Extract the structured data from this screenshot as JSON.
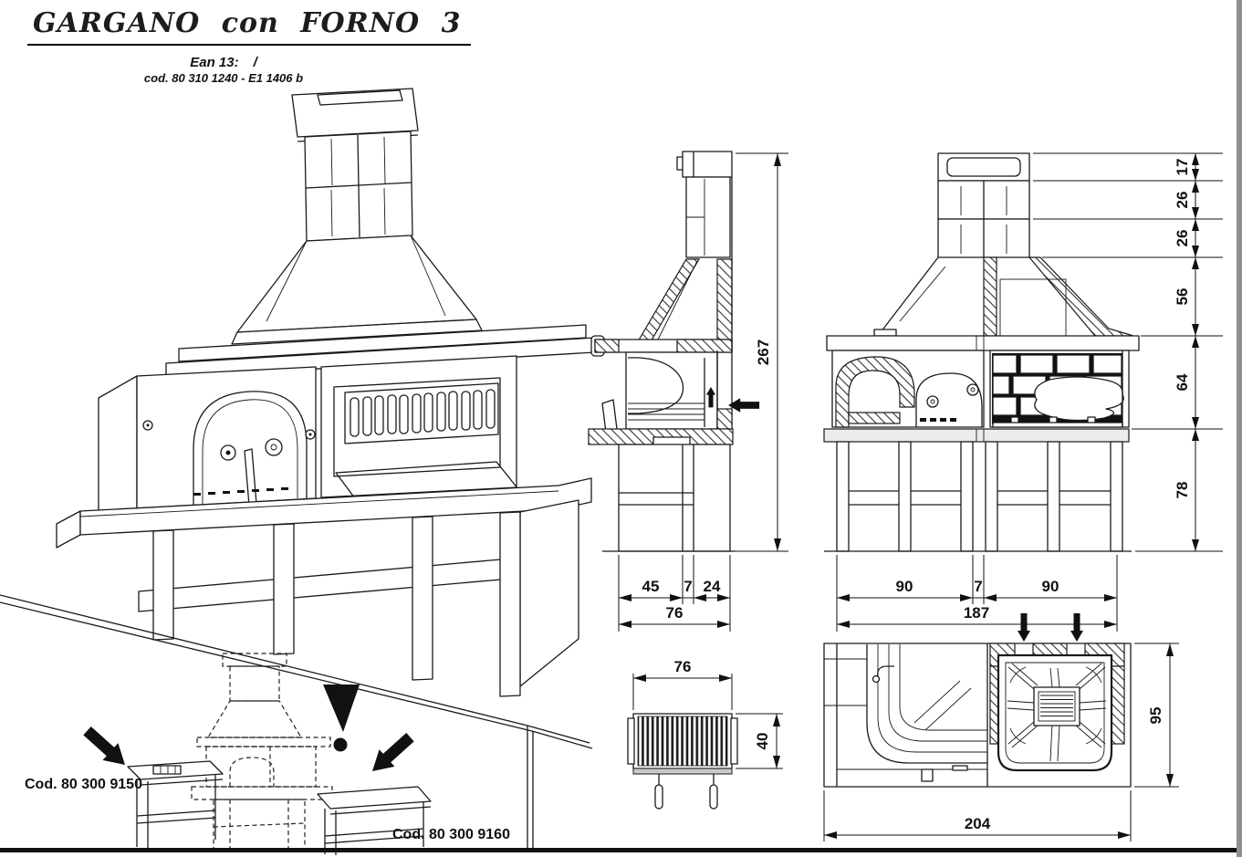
{
  "header": {
    "title": "GARGANO con FORNO 3",
    "ean_label": "Ean 13:",
    "ean_value": "/",
    "code_line": "cod. 80 310 1240 - E1 1406 b"
  },
  "dims": {
    "side": {
      "total_height": "267",
      "front": "45",
      "gap": "7",
      "back": "24",
      "total_depth": "76"
    },
    "front": {
      "cap": "17",
      "flue_upper": "26",
      "flue_lower": "26",
      "hood": "56",
      "firebox": "64",
      "base": "78",
      "left_module": "90",
      "center_gap": "7",
      "right_module": "90",
      "total_width": "187"
    },
    "grate": {
      "width": "76",
      "height": "40"
    },
    "plan": {
      "depth": "95",
      "total_width": "204"
    }
  },
  "inset": {
    "code_left": "Cod. 80 300 9150",
    "code_right": "Cod. 80 300 9160"
  },
  "colors": {
    "line": "#1a1a1a",
    "page_edge_grey": "#8f8f8f"
  }
}
